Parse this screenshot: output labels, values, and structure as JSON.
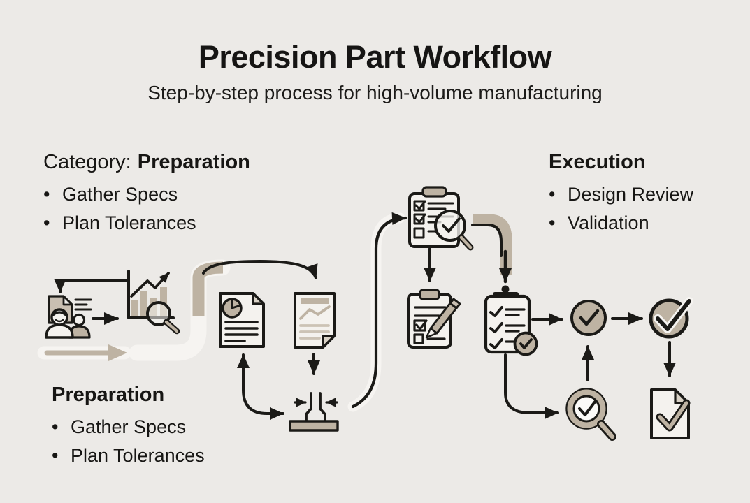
{
  "header": {
    "title": "Precision Part Workflow",
    "subtitle": "Step-by-step process for high-volume manufacturing"
  },
  "ui": {
    "bullet": "•"
  },
  "category_block": {
    "label": "Category:",
    "value": "Preparation",
    "items": [
      "Gather Specs",
      "Plan Tolerances"
    ]
  },
  "execution_block": {
    "heading": "Execution",
    "items": [
      "Design Review",
      "Validation"
    ]
  },
  "preparation_block": {
    "heading": "Preparation",
    "items": [
      "Gather Specs",
      "Plan Tolerances"
    ]
  },
  "colors": {
    "background": "#ECEAE7",
    "ink": "#1B1A17",
    "tan_accent": "#BEB3A3",
    "white_casing": "#F6F4F1",
    "paper": "#F4F2EE"
  },
  "diagram": {
    "nodes": [
      {
        "id": "gather-specs",
        "icon": "people-document-icon"
      },
      {
        "id": "analyze-data",
        "icon": "bar-chart-magnifier-icon"
      },
      {
        "id": "spec-report",
        "icon": "document-pie-chart-icon"
      },
      {
        "id": "trend-report",
        "icon": "document-trend-icon"
      },
      {
        "id": "tolerance-gauge",
        "icon": "tolerance-measurement-icon"
      },
      {
        "id": "inspection-checklist",
        "icon": "clipboard-magnifier-icon"
      },
      {
        "id": "design-review",
        "icon": "clipboard-pencil-icon"
      },
      {
        "id": "validation-checklist",
        "icon": "clipboard-checks-icon"
      },
      {
        "id": "approval",
        "icon": "circle-check-icon"
      },
      {
        "id": "final-approval",
        "icon": "bold-circle-check-icon"
      },
      {
        "id": "verification",
        "icon": "magnifier-check-icon"
      },
      {
        "id": "approved-document",
        "icon": "document-check-icon"
      }
    ],
    "edges": [
      {
        "from": "analyze-data",
        "to": "gather-specs",
        "style": "thin-loop"
      },
      {
        "from": "gather-specs",
        "to": "analyze-data",
        "style": "thin"
      },
      {
        "from": "gather-specs",
        "to": "spec-report",
        "style": "tan-ribbon"
      },
      {
        "from": "spec-report",
        "to": "trend-report",
        "style": "thin-arc"
      },
      {
        "from": "trend-report",
        "to": "tolerance-gauge",
        "style": "thin"
      },
      {
        "from": "spec-report",
        "to": "tolerance-gauge",
        "style": "thin-double-headed"
      },
      {
        "from": "tolerance-gauge",
        "to": "inspection-checklist",
        "style": "cased-curve"
      },
      {
        "from": "inspection-checklist",
        "to": "design-review",
        "style": "thin"
      },
      {
        "from": "inspection-checklist",
        "to": "validation-checklist",
        "style": "tan-ribbon"
      },
      {
        "from": "validation-checklist",
        "to": "approval",
        "style": "thin"
      },
      {
        "from": "validation-checklist",
        "to": "verification",
        "style": "thin-curve"
      },
      {
        "from": "verification",
        "to": "approval",
        "style": "thin"
      },
      {
        "from": "approval",
        "to": "final-approval",
        "style": "thin"
      },
      {
        "from": "final-approval",
        "to": "approved-document",
        "style": "thin"
      }
    ]
  }
}
